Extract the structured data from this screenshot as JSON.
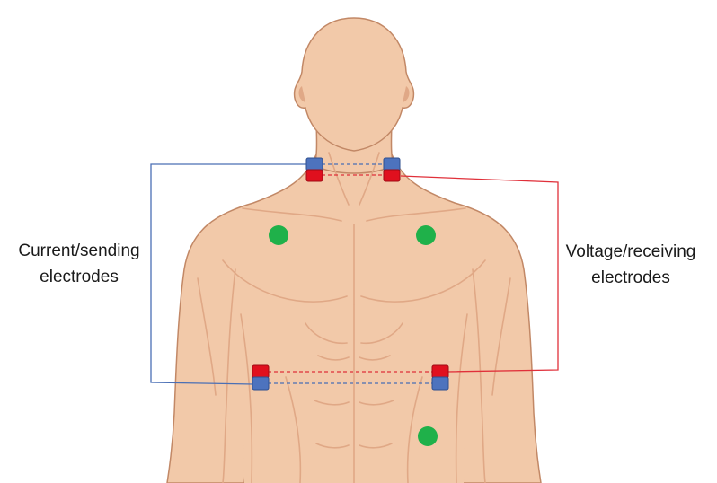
{
  "labels": {
    "current_line1": "Current/sending",
    "current_line2": "electrodes",
    "voltage_line1": "Voltage/receiving",
    "voltage_line2": "electrodes"
  },
  "colors": {
    "skin": "#f2c9a9",
    "skin_shadow": "#e0a886",
    "outline": "#c28866",
    "current_wire": "#4a6fb5",
    "voltage_wire": "#e0303a",
    "electrode_blue": "#4d73be",
    "electrode_red": "#e0101e",
    "electrode_green": "#1fb14a"
  }
}
